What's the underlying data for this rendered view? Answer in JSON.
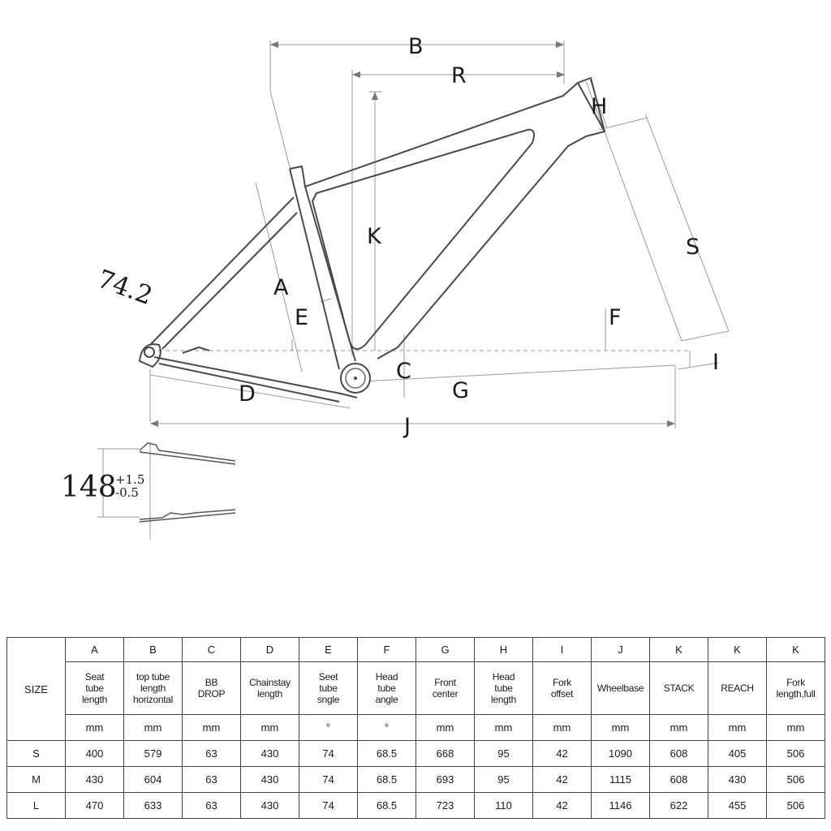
{
  "diagram": {
    "labels": {
      "A": "A",
      "B": "B",
      "R": "R",
      "H": "H",
      "K": "K",
      "S": "S",
      "E": "E",
      "F": "F",
      "C": "C",
      "G": "G",
      "D": "D",
      "J": "J",
      "I": "I"
    },
    "seat_angle": "74.2",
    "hub_spacing": "148",
    "hub_tol_plus": "+1.5",
    "hub_tol_minus": "-0.5"
  },
  "table": {
    "size_header": "SIZE",
    "columns": [
      {
        "letter": "A",
        "desc": "Seat\ntube\nlength",
        "unit": "mm"
      },
      {
        "letter": "B",
        "desc": "top tube\nlength\nhorizontal",
        "unit": "mm"
      },
      {
        "letter": "C",
        "desc": "BB\nDROP",
        "unit": "mm"
      },
      {
        "letter": "D",
        "desc": "Chainstay\nlength",
        "unit": "mm"
      },
      {
        "letter": "E",
        "desc": "Seet\ntube\nsngle",
        "unit": "°"
      },
      {
        "letter": "F",
        "desc": "Head\ntube\nangle",
        "unit": "°"
      },
      {
        "letter": "G",
        "desc": "Front\ncenter",
        "unit": "mm"
      },
      {
        "letter": "H",
        "desc": "Head\ntube\nlength",
        "unit": "mm"
      },
      {
        "letter": "I",
        "desc": "Fork\noffset",
        "unit": "mm"
      },
      {
        "letter": "J",
        "desc": "Wheelbase",
        "unit": "mm"
      },
      {
        "letter": "K",
        "desc": "STACK",
        "unit": "mm"
      },
      {
        "letter": "K",
        "desc": "REACH",
        "unit": "mm"
      },
      {
        "letter": "K",
        "desc": "Fork\nlength,full",
        "unit": "mm"
      }
    ],
    "rows": [
      {
        "size": "S",
        "values": [
          "400",
          "579",
          "63",
          "430",
          "74",
          "68.5",
          "668",
          "95",
          "42",
          "1090",
          "608",
          "405",
          "506"
        ]
      },
      {
        "size": "M",
        "values": [
          "430",
          "604",
          "63",
          "430",
          "74",
          "68.5",
          "693",
          "95",
          "42",
          "1115",
          "608",
          "430",
          "506"
        ]
      },
      {
        "size": "L",
        "values": [
          "470",
          "633",
          "63",
          "430",
          "74",
          "68.5",
          "723",
          "110",
          "42",
          "1146",
          "622",
          "455",
          "506"
        ]
      }
    ]
  }
}
